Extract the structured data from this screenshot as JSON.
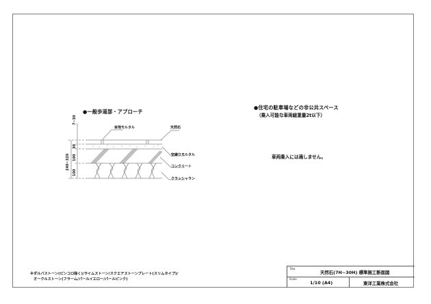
{
  "left_section": {
    "heading": "●一般歩道部・アプローチ",
    "dimensions": {
      "stone": "7~30",
      "mortar": "30",
      "concrete": "100",
      "crusher_run": "100",
      "total": "240~320"
    },
    "labels": {
      "joint_mortar": "目地モルタル",
      "natural_stone": "天然石",
      "dry_mortar": "空練りモルタル",
      "concrete": "コンクリート",
      "crusher_run": "クラッシャラン"
    }
  },
  "right_section": {
    "heading": "●住宅の駐車場などの非公共スペース",
    "subheading": "（乗入可能な車両総重量2t以下）",
    "notice": "車両乗入には適しません。"
  },
  "footnote": {
    "line1": "※ダルバストーン(ピンコロ除く)/ライムストーン/スクエアストーンプレート(スリムタイプ)/",
    "line2": "オークルストーン(フラーム/パールイエロー/パールピンク)"
  },
  "title_block": {
    "title_label": "Title",
    "title_value": "天然石(7H~30H) 標準施工断面図",
    "scale_label": "Scale",
    "scale_value": "1/10 (A4)",
    "company": "東洋工業株式会社"
  }
}
